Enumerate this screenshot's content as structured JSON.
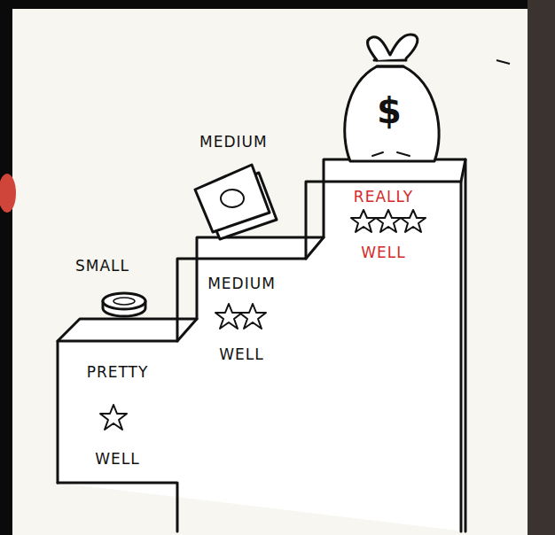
{
  "diagram": {
    "nodes": [
      {
        "text": [
          "PRETTY",
          "WELL"
        ]
      },
      {
        "text": [
          "MEDIUM",
          "WELL"
        ]
      },
      {
        "text": [
          "REALLY",
          "WELL"
        ]
      }
    ],
    "labels": [
      "SMALL",
      "MEDIUM",
      "$"
    ]
  }
}
